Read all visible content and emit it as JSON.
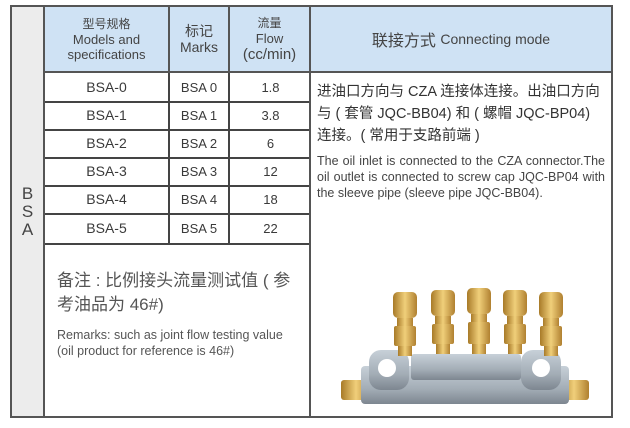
{
  "series_label": "BSA",
  "header": {
    "models_zh": "型号规格",
    "models_en_1": "Models and",
    "models_en_2": "specifications",
    "marks_zh": "标记",
    "marks_en": "Marks",
    "flow_zh": "流量",
    "flow_en": "Flow",
    "flow_unit": "(cc/min)",
    "connecting_zh": "联接方式",
    "connecting_en": "Connecting mode"
  },
  "rows": [
    {
      "model": "BSA-0",
      "mark": "BSA 0",
      "flow": "1.8"
    },
    {
      "model": "BSA-1",
      "mark": "BSA 1",
      "flow": "3.8"
    },
    {
      "model": "BSA-2",
      "mark": "BSA 2",
      "flow": "6"
    },
    {
      "model": "BSA-3",
      "mark": "BSA 3",
      "flow": "12"
    },
    {
      "model": "BSA-4",
      "mark": "BSA 4",
      "flow": "18"
    },
    {
      "model": "BSA-5",
      "mark": "BSA 5",
      "flow": "22"
    }
  ],
  "remark": {
    "zh": "备注 : 比例接头流量测试值 ( 参考油品为 46#)",
    "en": "Remarks: such as joint flow testing value (oil product for reference is 46#)"
  },
  "connecting": {
    "zh": "进油口方向与 CZA 连接体连接。出油口方向与 ( 套管 JQC-BB04) 和 ( 螺帽 JQC-BP04) 连接。( 常用于支路前端 )",
    "en": "The oil inlet is connected to the CZA connector.The oil outlet is connected to screw cap JQC-BP04 with the sleeve pipe (sleeve pipe JQC-BB04).",
    "image": "brass-distributor-manifold-photo"
  },
  "colors": {
    "header_bg": "#cfe2f4",
    "side_bg": "#ececec",
    "border": "#555555",
    "brass": "#d4a94a",
    "manifold": "#a9b3bd"
  }
}
